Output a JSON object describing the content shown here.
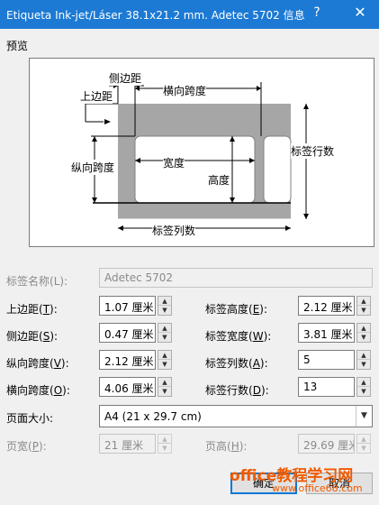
{
  "window": {
    "title": "Etiqueta Ink-jet/Láser 38.1x21.2 mm. Adetec 5702 信息",
    "help": "?",
    "close": "✕"
  },
  "preview": {
    "section_label": "预览",
    "labels": {
      "side_margin": "侧边距",
      "top_margin": "上边距",
      "horizontal_pitch": "横向跨度",
      "vertical_pitch": "纵向跨度",
      "width": "宽度",
      "height": "高度",
      "rows": "标签行数",
      "columns": "标签列数"
    }
  },
  "form": {
    "label_name": {
      "label": "标签名称(",
      "key": "L",
      "suffix": "):",
      "value": "Adetec 5702"
    },
    "top_margin": {
      "label": "上边距(",
      "key": "T",
      "suffix": "):",
      "value": "1.07 厘米"
    },
    "side_margin": {
      "label": "侧边距(",
      "key": "S",
      "suffix": "):",
      "value": "0.47 厘米"
    },
    "vertical_pitch": {
      "label": "纵向跨度(",
      "key": "V",
      "suffix": "):",
      "value": "2.12 厘米"
    },
    "horizontal_pitch": {
      "label": "横向跨度(",
      "key": "O",
      "suffix": "):",
      "value": "4.06 厘米"
    },
    "label_height": {
      "label": "标签高度(",
      "key": "E",
      "suffix": "):",
      "value": "2.12 厘米"
    },
    "label_width": {
      "label": "标签宽度(",
      "key": "W",
      "suffix": "):",
      "value": "3.81 厘米"
    },
    "columns": {
      "label": "标签列数(",
      "key": "A",
      "suffix": "):",
      "value": "5"
    },
    "rows": {
      "label": "标签行数(",
      "key": "D",
      "suffix": "):",
      "value": "13"
    },
    "page_size": {
      "label": "页面大小:",
      "value": "A4 (21 x 29.7 cm)"
    },
    "page_width": {
      "label": "页宽(",
      "key": "P",
      "suffix": "):",
      "value": "21 厘米"
    },
    "page_height": {
      "label": "页高(",
      "key": "H",
      "suffix": "):",
      "value": "29.69 厘米"
    }
  },
  "buttons": {
    "ok": "确定",
    "cancel": "取消"
  },
  "watermark": {
    "main": "office教程学习网",
    "url": "www.office68.com"
  }
}
